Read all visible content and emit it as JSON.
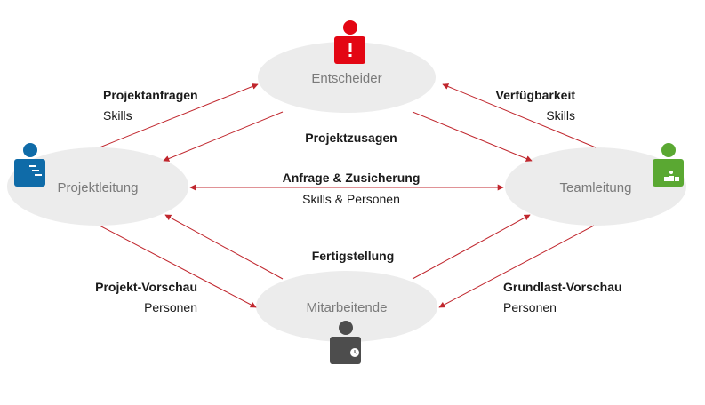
{
  "colors": {
    "arrow": "#c0262d",
    "node_fill": "#ececec",
    "entscheider_icon": "#e30613",
    "projektleitung_icon": "#0f6ba8",
    "teamleitung_icon": "#5aa832",
    "mitarbeitende_icon": "#4d4d4d"
  },
  "nodes": {
    "entscheider": {
      "label": "Entscheider",
      "icon": "person-alert-icon"
    },
    "projektleitung": {
      "label": "Projektleitung",
      "icon": "person-gantt-icon"
    },
    "teamleitung": {
      "label": "Teamleitung",
      "icon": "person-team-icon"
    },
    "mitarbeitende": {
      "label": "Mitarbeitende",
      "icon": "person-clock-icon"
    }
  },
  "edges": {
    "projektanfragen": {
      "title": "Projektanfragen",
      "subtitle": "Skills"
    },
    "verfuegbarkeit": {
      "title": "Verfügbarkeit",
      "subtitle": "Skills"
    },
    "projektzusagen": {
      "title": "Projektzusagen"
    },
    "anfrage": {
      "title": "Anfrage & Zusicherung",
      "subtitle": "Skills & Personen"
    },
    "fertigstellung": {
      "title": "Fertigstellung"
    },
    "projekt_vorschau": {
      "title": "Projekt-Vorschau",
      "subtitle": "Personen"
    },
    "grundlast_vorschau": {
      "title": "Grundlast-Vorschau",
      "subtitle": "Personen"
    }
  }
}
